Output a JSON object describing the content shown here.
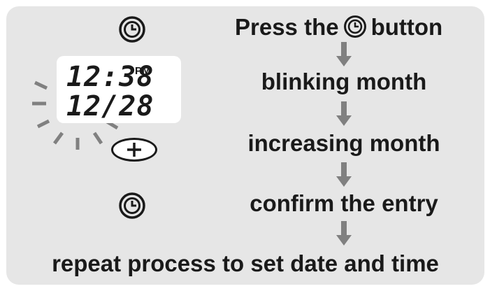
{
  "steps": [
    {
      "prefix": "Press the",
      "suffix": "button",
      "icon": "clock-button-icon"
    },
    {
      "text": "blinking month"
    },
    {
      "text": "increasing month"
    },
    {
      "text": "confirm the entry"
    }
  ],
  "footer": "repeat process to set date and time",
  "lcd": {
    "time": "12:38",
    "ampm": "PM",
    "date": "12/28"
  },
  "buttons": {
    "clock_icon": "clock-button-icon",
    "plus_icon": "plus-button-icon"
  },
  "colors": {
    "panel": "#e6e6e6",
    "ink": "#1a1a1a",
    "arrow": "#808080",
    "lcd_bg": "#ffffff"
  }
}
